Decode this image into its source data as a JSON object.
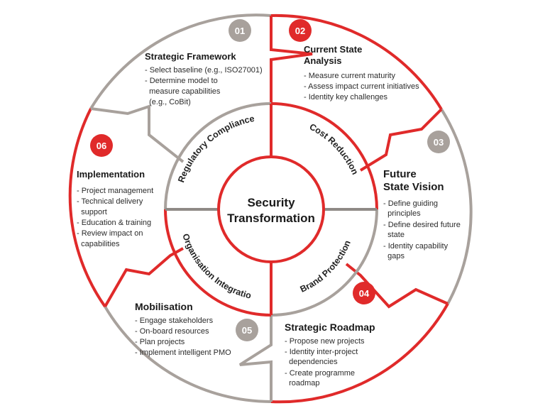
{
  "center": {
    "line1": "Security",
    "line2": "Transformation"
  },
  "inner_ring": {
    "top_left": "Regulatory Compliance",
    "top_right": "Cost Reduction",
    "bottom_right": "Brand Protection",
    "bottom_left": "Organisation Integration"
  },
  "stages": [
    {
      "number": "01",
      "title": [
        "Strategic Framework"
      ],
      "items": [
        "- Select baseline (e.g., ISO27001)",
        "- Determine model to",
        "  measure capabilities",
        "  (e.g., CoBit)"
      ]
    },
    {
      "number": "02",
      "title": [
        "Current State",
        "Analysis"
      ],
      "items": [
        "- Measure current maturity",
        "- Assess impact current initiatives",
        "- Identity key challenges"
      ]
    },
    {
      "number": "03",
      "title": [
        "Future",
        "State Vision"
      ],
      "items": [
        "- Define guiding",
        "  principles",
        "- Define desired future",
        "  state",
        "- Identity capability",
        "  gaps"
      ]
    },
    {
      "number": "04",
      "title": [
        "Strategic Roadmap"
      ],
      "items": [
        "- Propose new projects",
        "- Identity inter-project",
        "  dependencies",
        "- Create programme",
        "  roadmap"
      ]
    },
    {
      "number": "05",
      "title": [
        "Mobilisation"
      ],
      "items": [
        "- Engage stakeholders",
        "- On-board resources",
        "- Plan projects",
        "- Implement intelligent PMO"
      ]
    },
    {
      "number": "06",
      "title": [
        "Implementation"
      ],
      "items": [
        "- Project management",
        "- Technical delivery",
        "  support",
        "- Education & training",
        "- Review impact on",
        "  capabilities"
      ]
    }
  ],
  "colors": {
    "red": "#e02a2a",
    "grey": "#a8a19c",
    "text": "#1a1a1a"
  }
}
